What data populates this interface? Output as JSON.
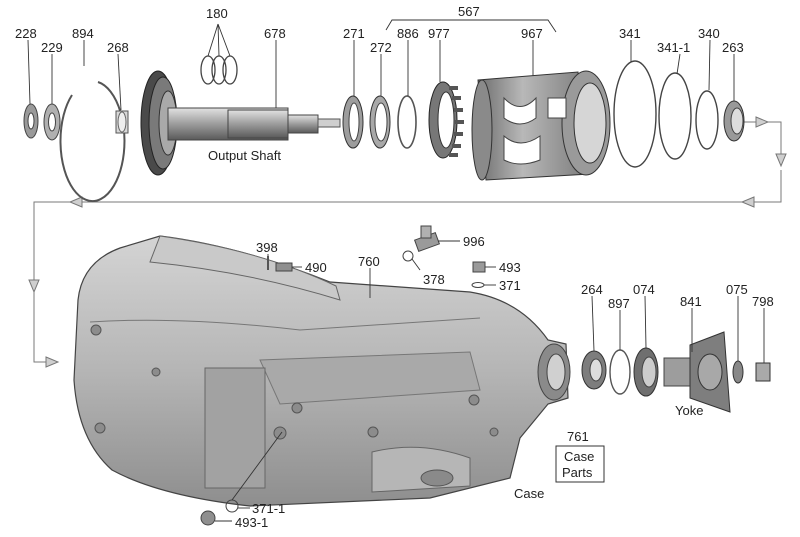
{
  "labels": {
    "p228": "228",
    "p229": "229",
    "p894": "894",
    "p268": "268",
    "p180": "180",
    "p678": "678",
    "p567": "567",
    "p271": "271",
    "p272": "272",
    "p886": "886",
    "p977": "977",
    "p967": "967",
    "p341": "341",
    "p341_1": "341-1",
    "p340": "340",
    "p263": "263",
    "p398": "398",
    "p490": "490",
    "p760": "760",
    "p996": "996",
    "p378": "378",
    "p493": "493",
    "p371": "371",
    "p264": "264",
    "p897": "897",
    "p074": "074",
    "p841": "841",
    "p075": "075",
    "p798": "798",
    "p761": "761",
    "p371_1": "371-1",
    "p493_1": "493-1"
  },
  "captions": {
    "output_shaft": "Output Shaft",
    "yoke": "Yoke",
    "case": "Case",
    "case_parts_line1": "Case",
    "case_parts_line2": "Parts"
  },
  "colors": {
    "part_light": "#c8c8c8",
    "part_mid": "#9a9a9a",
    "part_dark": "#5c5c5c",
    "flow_arrow": "#7a7a7a"
  }
}
